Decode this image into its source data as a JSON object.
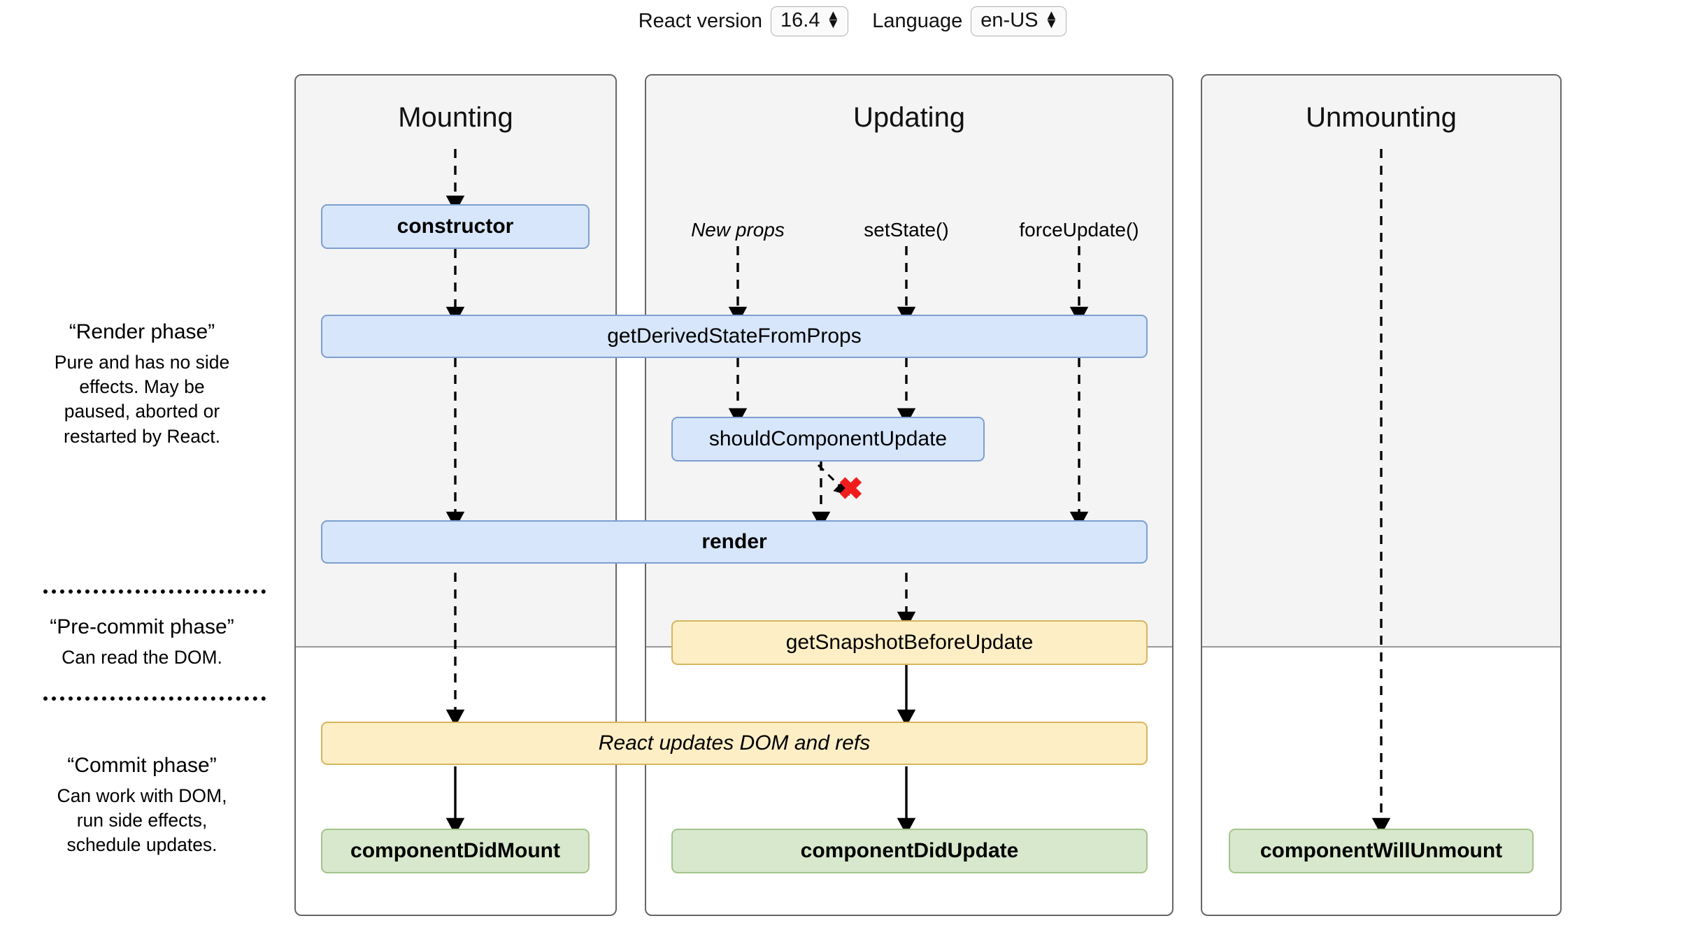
{
  "header": {
    "version_label": "React version",
    "version_value": "16.4",
    "language_label": "Language",
    "language_value": "en-US",
    "spinner_up": "▲",
    "spinner_down": "▼"
  },
  "legend": [
    {
      "title": "“Render phase”",
      "desc": "Pure and has no side effects. May be paused, aborted or restarted by React."
    },
    {
      "title": "“Pre-commit phase”",
      "desc": "Can read the DOM."
    },
    {
      "title": "“Commit phase”",
      "desc": "Can work with DOM, run side effects, schedule updates."
    }
  ],
  "columns": [
    {
      "title": "Mounting"
    },
    {
      "title": "Updating"
    },
    {
      "title": "Unmounting"
    }
  ],
  "triggers": [
    {
      "label": "New props"
    },
    {
      "label": "setState()"
    },
    {
      "label": "forceUpdate()"
    }
  ],
  "boxes": {
    "constructor": "constructor",
    "get_derived_state": "getDerivedStateFromProps",
    "should_component_update": "shouldComponentUpdate",
    "render": "render",
    "get_snapshot": "getSnapshotBeforeUpdate",
    "react_updates": "React updates DOM and refs",
    "component_did_mount": "componentDidMount",
    "component_did_update": "componentDidUpdate",
    "component_will_unmount": "componentWillUnmount"
  },
  "abort_marker": "✖",
  "colors": {
    "blue_fill": "#d7e6fb",
    "blue_border": "#7d9fd1",
    "yellow_fill": "#fdeec5",
    "yellow_border": "#d6b55c",
    "green_fill": "#d7e8cc",
    "green_border": "#a3c48a",
    "panel_shade": "#f4f4f4",
    "panel_border": "#666666",
    "abort_red": "#f01d1d"
  }
}
